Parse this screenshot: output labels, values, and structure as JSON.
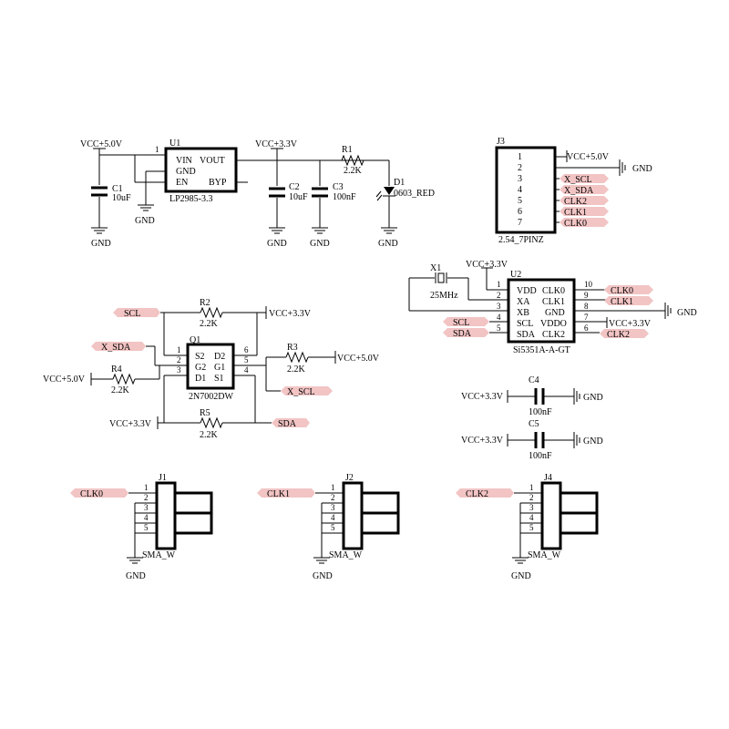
{
  "power": {
    "vcc5": "VCC+5.0V",
    "vcc33": "VCC+3.3V",
    "gnd": "GND"
  },
  "u1": {
    "ref": "U1",
    "part": "LP2985-3.3",
    "pin1": "1",
    "vin": "VIN",
    "vout": "VOUT",
    "gnd": "GND",
    "en": "EN",
    "byp": "BYP"
  },
  "c1": {
    "ref": "C1",
    "value": "10uF"
  },
  "c2": {
    "ref": "C2",
    "value": "10uF"
  },
  "c3": {
    "ref": "C3",
    "value": "100nF"
  },
  "r1": {
    "ref": "R1",
    "value": "2.2K"
  },
  "d1": {
    "ref": "D1",
    "value": "0603_RED"
  },
  "j3": {
    "ref": "J3",
    "part": "2.54_7PINZ",
    "pins": [
      "1",
      "2",
      "3",
      "4",
      "5",
      "6",
      "7"
    ],
    "labels": [
      "X_SCL",
      "X_SDA",
      "CLK2",
      "CLK1",
      "CLK0"
    ]
  },
  "x1": {
    "ref": "X1",
    "value": "25MHz"
  },
  "u2": {
    "ref": "U2",
    "part": "Si5351A-A-GT",
    "left_pins": [
      "VDD",
      "XA",
      "XB",
      "SCL",
      "SDA"
    ],
    "right_pins": [
      "CLK0",
      "CLK1",
      "GND",
      "VDDO",
      "CLK2"
    ],
    "left_nums": [
      "1",
      "2",
      "3",
      "4",
      "5"
    ],
    "right_nums": [
      "10",
      "9",
      "8",
      "7",
      "6"
    ]
  },
  "q1": {
    "ref": "Q1",
    "part": "2N7002DW",
    "left_pins": [
      "S2",
      "G2",
      "D1"
    ],
    "right_pins": [
      "D2",
      "G1",
      "S1"
    ],
    "left_nums": [
      "1",
      "2",
      "3"
    ],
    "right_nums": [
      "6",
      "5",
      "4"
    ]
  },
  "r2": {
    "ref": "R2",
    "value": "2.2K"
  },
  "r3": {
    "ref": "R3",
    "value": "2.2K"
  },
  "r4": {
    "ref": "R4",
    "value": "2.2K"
  },
  "r5": {
    "ref": "R5",
    "value": "2.2K"
  },
  "c4": {
    "ref": "C4",
    "value": "100nF"
  },
  "c5": {
    "ref": "C5",
    "value": "100nF"
  },
  "nets": {
    "scl": "SCL",
    "sda": "SDA",
    "x_scl": "X_SCL",
    "x_sda": "X_SDA",
    "clk0": "CLK0",
    "clk1": "CLK1",
    "clk2": "CLK2"
  },
  "sma": {
    "part": "SMA_W",
    "refs": [
      "J1",
      "J2",
      "J4"
    ],
    "nets": [
      "CLK0",
      "CLK1",
      "CLK2"
    ],
    "pins": [
      "1",
      "2",
      "3",
      "4",
      "5"
    ]
  },
  "colors": {
    "net_label_fill": "#f2c4c4",
    "wire": "#000000"
  }
}
